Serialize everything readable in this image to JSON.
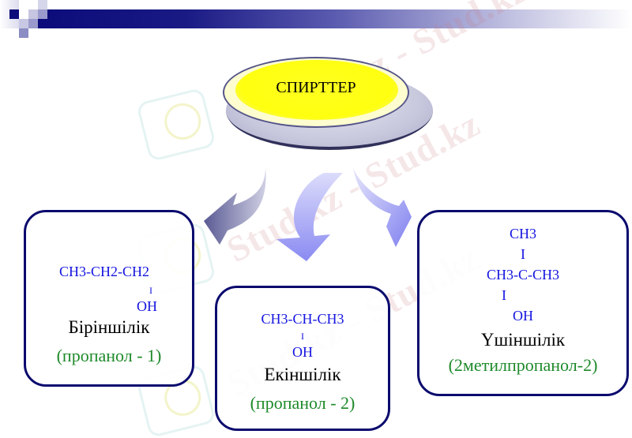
{
  "title": "СПИРТТЕР",
  "colors": {
    "header_band_dark": "#0b0b7a",
    "box_border": "#0a0a6e",
    "formula_blue": "#1414e0",
    "name_green": "#1e8a2a",
    "button_yellow": "#ffff20"
  },
  "watermark": "Stud.kz - Stud.kz",
  "boxes": [
    {
      "formula_lines": [
        "CH3-CH2-CH2",
        "I",
        "OH"
      ],
      "type": "Біріншілік",
      "name": "(пропанол - 1)"
    },
    {
      "formula_lines": [
        "CH3-CH-CH3",
        "I",
        "OH"
      ],
      "type": "Екіншілік",
      "name": "(пропанол - 2)"
    },
    {
      "formula_lines": [
        "CH3",
        "I",
        "CH3-C-CH3",
        "I",
        "OH"
      ],
      "type": "Үшіншілік",
      "name": "(2метилпропанол-2)"
    }
  ]
}
